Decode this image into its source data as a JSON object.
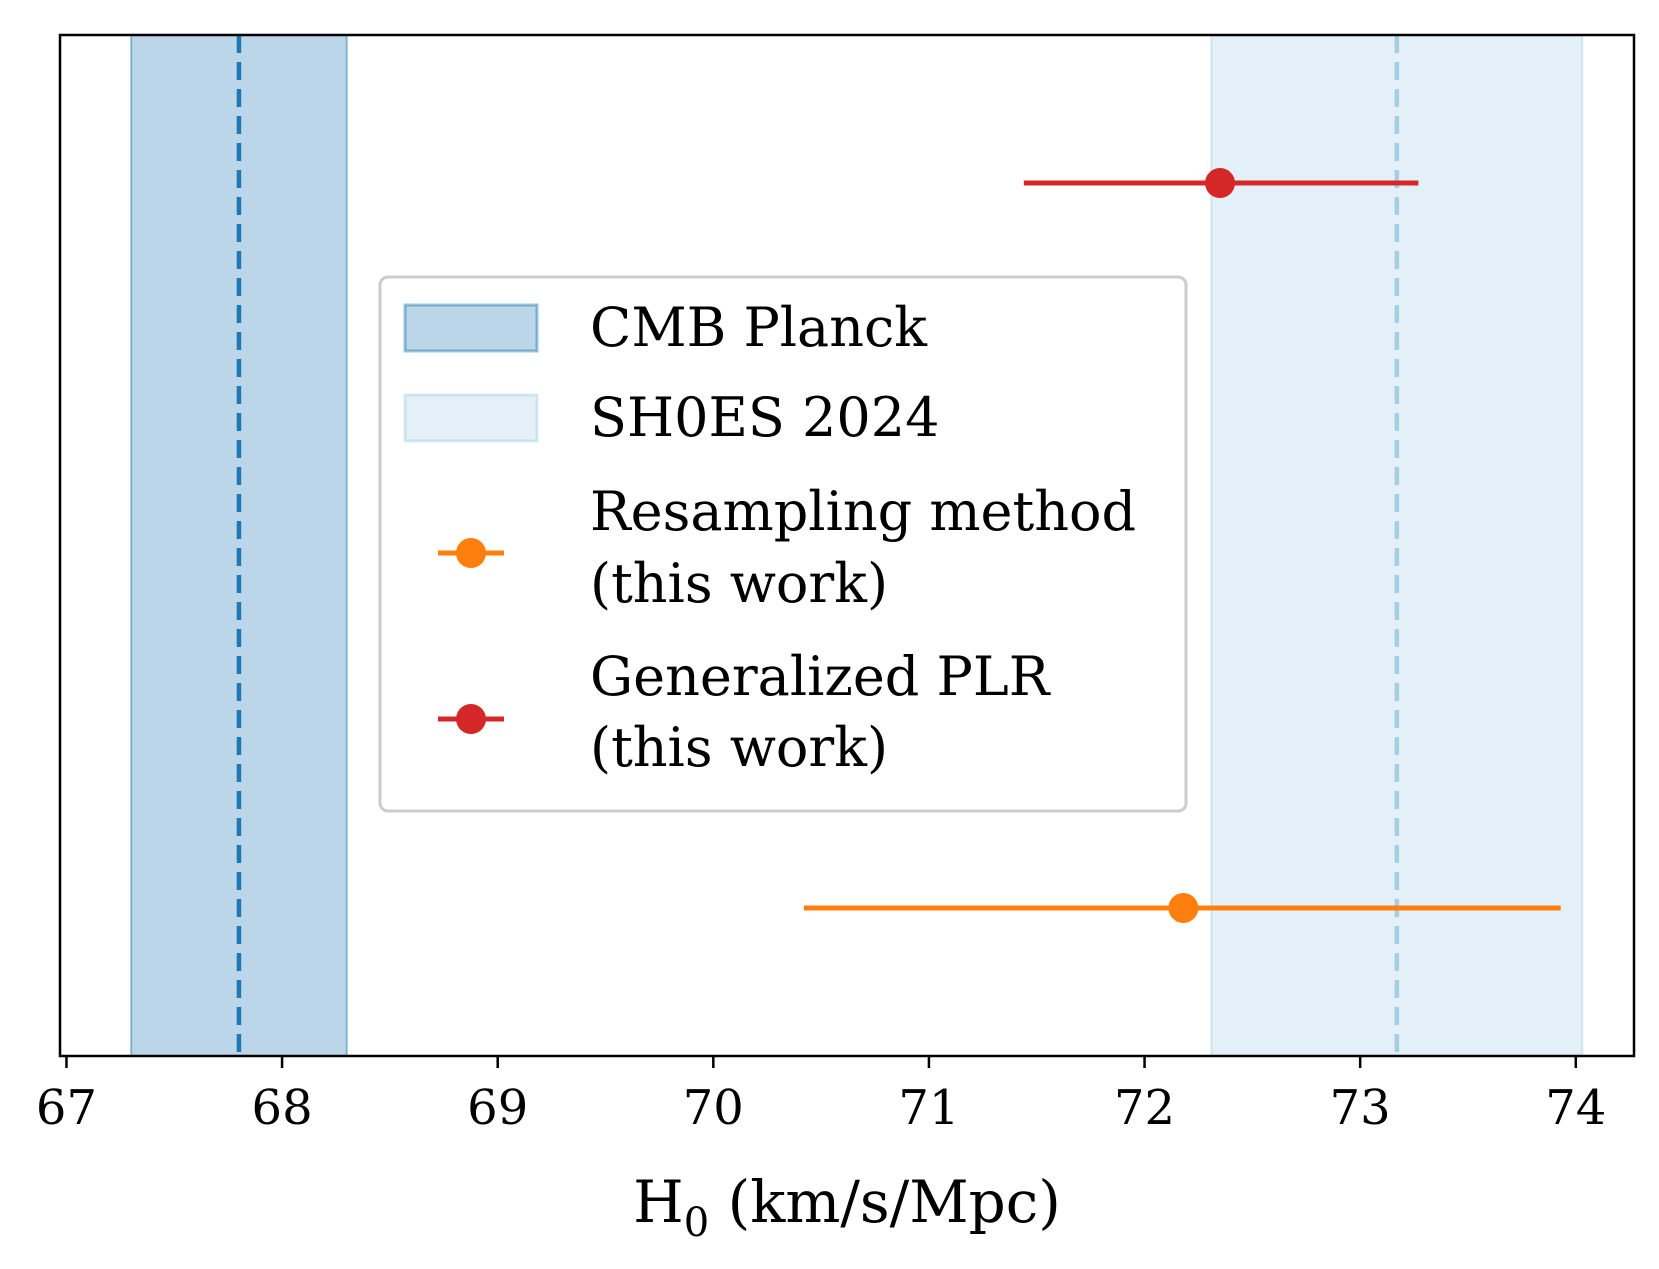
{
  "chart_data": {
    "type": "errorbar",
    "xlabel_main": "H",
    "xlabel_sub": "0",
    "xlabel_rest": " (km/s/Mpc)",
    "xlim": [
      66.97,
      74.27
    ],
    "ylim": [
      0,
      1
    ],
    "xticks": [
      67,
      68,
      69,
      70,
      71,
      72,
      73,
      74
    ],
    "xtick_labels": [
      "67",
      "68",
      "69",
      "70",
      "71",
      "72",
      "73",
      "74"
    ],
    "bands": [
      {
        "name": "CMB Planck",
        "center": 67.8,
        "low": 67.3,
        "high": 68.3,
        "fill": "#1f77b4",
        "opacity": 0.3,
        "line_color": "#1f77b4"
      },
      {
        "name": "SH0ES 2024",
        "center": 73.17,
        "low": 72.31,
        "high": 74.03,
        "fill": "#a6cee3",
        "opacity": 0.3,
        "line_color": "#a6cee3"
      }
    ],
    "points": [
      {
        "name_line1": "Resampling method",
        "name_line2": "(this work)",
        "x": 72.18,
        "xerr_low": 1.76,
        "xerr_high": 1.75,
        "y": 0.145,
        "color": "#ff7f0e"
      },
      {
        "name_line1": "Generalized PLR",
        "name_line2": "(this work)",
        "x": 72.35,
        "xerr_low": 0.91,
        "xerr_high": 0.92,
        "y": 0.855,
        "color": "#d62728"
      }
    ],
    "legend_position": "center"
  }
}
